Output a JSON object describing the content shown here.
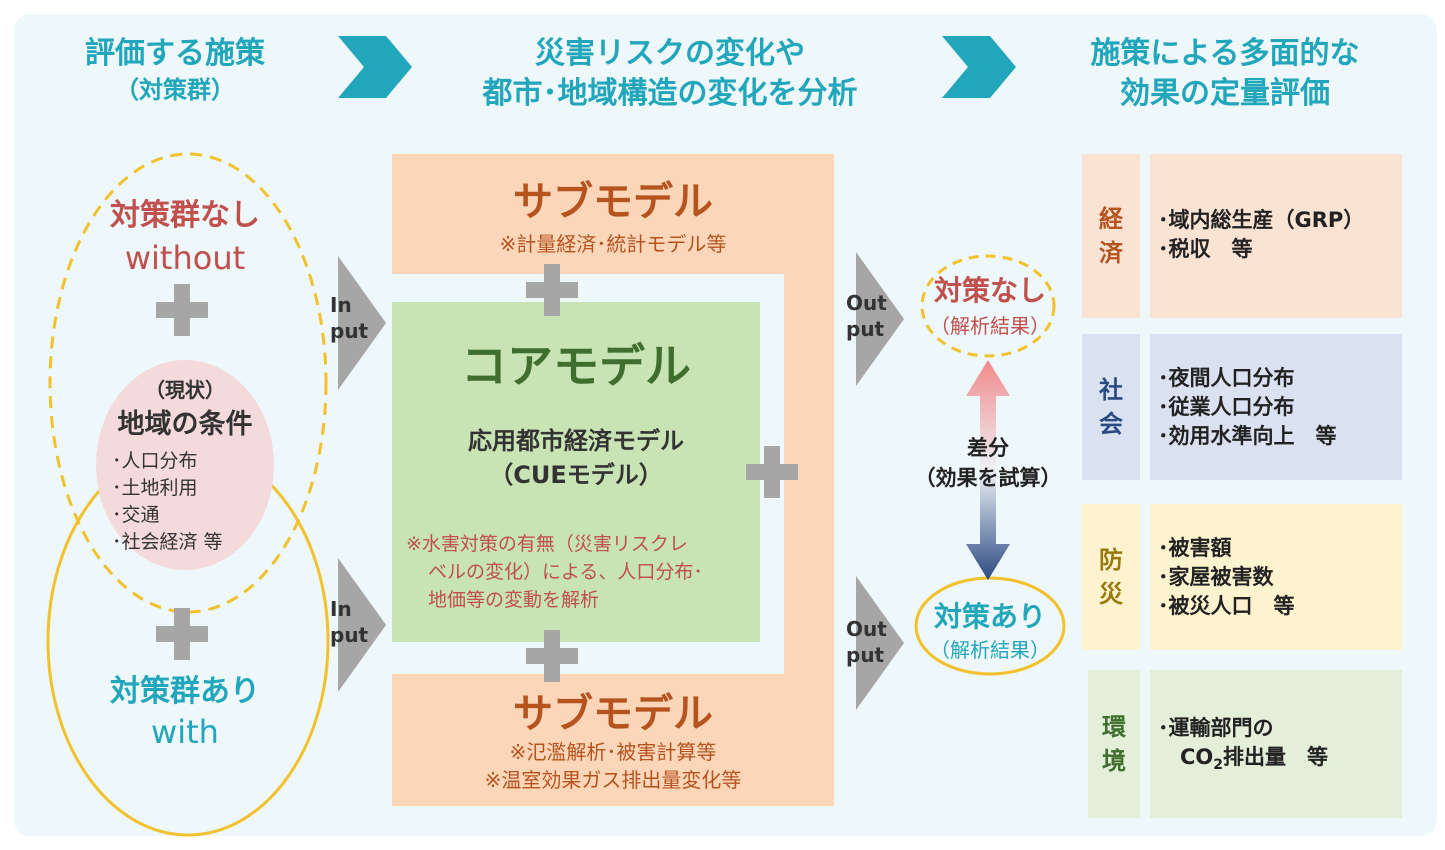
{
  "colors": {
    "teal": "#21a6bb",
    "red": "#c0504d",
    "orange_bg": "#fcd6b8",
    "green_bg": "#c8e3b4",
    "pink_bg": "#f4dada",
    "gray": "#a6a6a6",
    "yellow_line": "#f2c12e",
    "economy_bg": "#fbe3d4",
    "society_bg": "#dae2f1",
    "disaster_bg": "#fef3cf",
    "environment_bg": "#e4efd9"
  },
  "headers": {
    "col1_title": "評価する施策",
    "col1_sub": "（対策群）",
    "col2_line1": "災害リスクの変化や",
    "col2_line2": "都市･地域構造の変化を分析",
    "col3_line1": "施策による多面的な",
    "col3_line2": "効果の定量評価"
  },
  "left": {
    "without_jp": "対策群なし",
    "without_en": "without",
    "current": "（現状）",
    "conditions_title": "地域の条件",
    "conditions_items": [
      "･人口分布",
      "･土地利用",
      "･交通",
      "･社会経済 等"
    ],
    "with_jp": "対策群あり",
    "with_en": "with"
  },
  "io": {
    "input_top": [
      "In",
      "put"
    ],
    "input_bottom": [
      "In",
      "put"
    ],
    "output_top": [
      "Out",
      "put"
    ],
    "output_bottom": [
      "Out",
      "put"
    ]
  },
  "center": {
    "submodel_top_title": "サブモデル",
    "submodel_top_note": "※計量経済･統計モデル等",
    "core_title": "コアモデル",
    "core_name1": "応用都市経済モデル",
    "core_name2": "（CUEモデル）",
    "core_note": [
      "※水害対策の有無（災害リスクレ",
      "ベルの変化）による、人口分布･",
      "地価等の変動を解析"
    ],
    "submodel_bottom_title": "サブモデル",
    "submodel_bottom_notes": [
      "※氾濫解析･被害計算等",
      "※温室効果ガス排出量変化等"
    ]
  },
  "results": {
    "without_title": "対策なし",
    "without_sub": "（解析結果）",
    "diff_label": "差分",
    "diff_sub": "（効果を試算）",
    "with_title": "対策あり",
    "with_sub": "（解析結果）"
  },
  "categories": [
    {
      "label": [
        "経",
        "済"
      ],
      "items": [
        "･域内総生産（GRP）",
        "･税収　等"
      ]
    },
    {
      "label": [
        "社",
        "会"
      ],
      "items": [
        "･夜間人口分布",
        "･従業人口分布",
        "･効用水準向上　等"
      ]
    },
    {
      "label": [
        "防",
        "災"
      ],
      "items": [
        "･被害額",
        "･家屋被害数",
        "･被災人口　等"
      ]
    },
    {
      "label": [
        "環",
        "境"
      ],
      "items": [
        "･運輸部門の",
        "CO",
        "2",
        "排出量　等"
      ]
    }
  ]
}
